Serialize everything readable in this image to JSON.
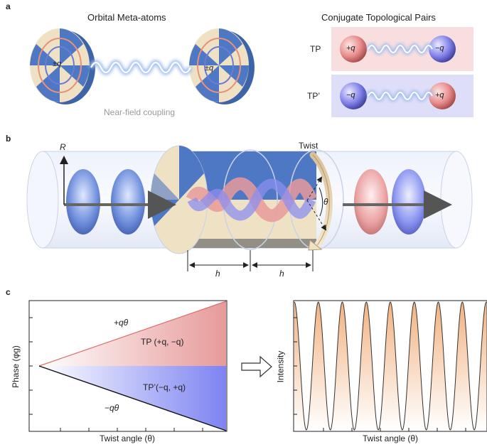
{
  "panel_a": {
    "letter": "a",
    "left_title": "Orbital  Meta-atoms",
    "right_title": "Conjugate Topological Pairs",
    "coupling_label": "Near-field coupling",
    "atom_left_charge": "±q",
    "atom_right_charge": "±q",
    "pairs": [
      {
        "name": "TP",
        "left_charge": "+q",
        "right_charge": "−q",
        "bg": "#f6dcdc"
      },
      {
        "name": "TP’",
        "left_charge": "−q",
        "right_charge": "+q",
        "bg": "#dcdcf6"
      }
    ]
  },
  "panel_b": {
    "letter": "b",
    "axis_label": "R",
    "twist_label": "Twist",
    "angle_label": "θ",
    "spacing_labels": [
      "h",
      "h"
    ]
  },
  "panel_c": {
    "letter": "c",
    "left_plot": {
      "ylabel": "Phase (φg)",
      "xlabel": "Twist angle (θ)",
      "upper_line_label": "+qθ",
      "lower_line_label": "−qθ",
      "upper_region_label": "TP (+q, −q)",
      "lower_region_label": "TP’(−q, +q)"
    },
    "right_plot": {
      "ylabel": "Intensity",
      "xlabel": "Twist angle (θ)"
    }
  },
  "colors": {
    "pink": "#ee9c9c",
    "blue": "#7f86f0",
    "orange": "#f2a56e",
    "steel": "#4e78c4",
    "beige": "#efe2c4"
  },
  "chart_data": [
    {
      "type": "area",
      "title": "",
      "xlabel": "Twist angle (θ)",
      "ylabel": "Phase (φg)",
      "series": [
        {
          "name": "TP (+q, −q)",
          "x": [
            0,
            1
          ],
          "values": [
            0,
            1
          ]
        },
        {
          "name": "TP’(−q, +q)",
          "x": [
            0,
            1
          ],
          "values": [
            0,
            -1
          ]
        }
      ]
    },
    {
      "type": "line",
      "title": "",
      "xlabel": "Twist angle (θ)",
      "ylabel": "Intensity",
      "periods": 8,
      "series": [
        {
          "name": "",
          "values_description": "cos² oscillation"
        }
      ]
    }
  ]
}
